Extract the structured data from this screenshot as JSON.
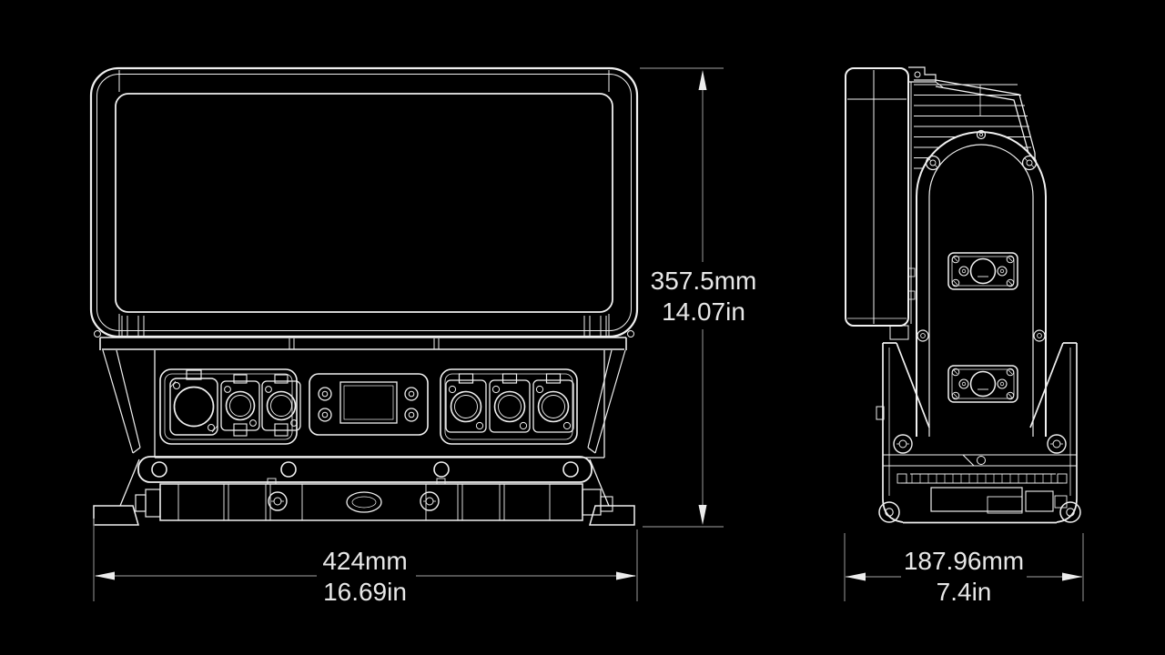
{
  "dimensions": {
    "height": {
      "mm": "357.5mm",
      "in": "14.07in"
    },
    "front_width": {
      "mm": "424mm",
      "in": "16.69in"
    },
    "side_depth": {
      "mm": "187.96mm",
      "in": "7.4in"
    }
  },
  "colors": {
    "background": "#000000",
    "drawing_line": "#f0f0f0",
    "dimension_line": "#6e6e6e",
    "text": "#e8e8e8"
  }
}
